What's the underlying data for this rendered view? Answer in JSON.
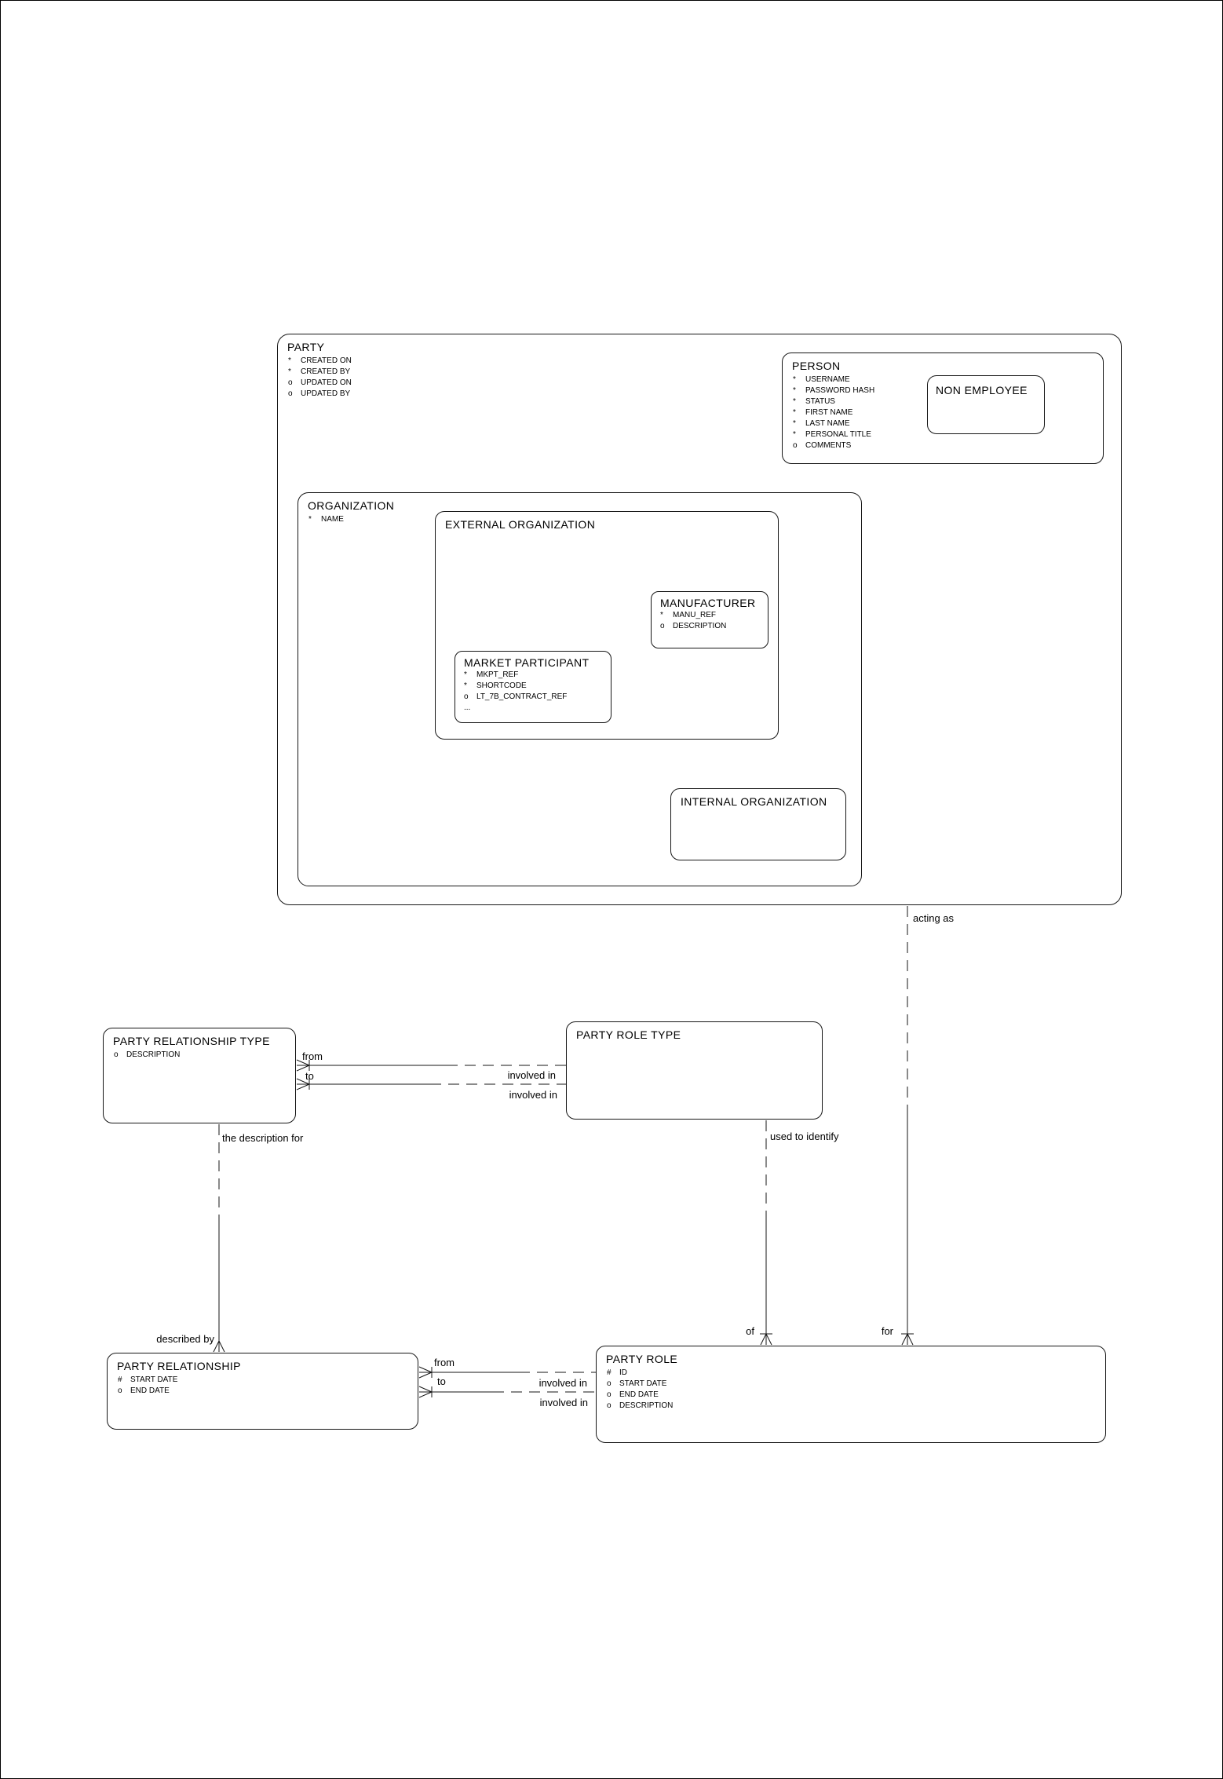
{
  "page": {
    "background": "#ffffff",
    "line_color": "#161616"
  },
  "entities": {
    "party": {
      "title": "PARTY",
      "attributes": [
        {
          "m": "*",
          "n": "CREATED ON"
        },
        {
          "m": "*",
          "n": "CREATED BY"
        },
        {
          "m": "o",
          "n": "UPDATED ON"
        },
        {
          "m": "o",
          "n": "UPDATED BY"
        }
      ]
    },
    "person": {
      "title": "PERSON",
      "attributes": [
        {
          "m": "*",
          "n": "USERNAME"
        },
        {
          "m": "*",
          "n": "PASSWORD HASH"
        },
        {
          "m": "*",
          "n": "STATUS"
        },
        {
          "m": "*",
          "n": "FIRST NAME"
        },
        {
          "m": "*",
          "n": "LAST NAME"
        },
        {
          "m": "*",
          "n": "PERSONAL TITLE"
        },
        {
          "m": "o",
          "n": "COMMENTS"
        }
      ]
    },
    "non_employee": {
      "title": "NON EMPLOYEE",
      "attributes": []
    },
    "organization": {
      "title": "ORGANIZATION",
      "attributes": [
        {
          "m": "*",
          "n": "NAME"
        }
      ]
    },
    "external_organization": {
      "title": "EXTERNAL ORGANIZATION",
      "attributes": []
    },
    "manufacturer": {
      "title": "MANUFACTURER",
      "attributes": [
        {
          "m": "*",
          "n": "MANU_REF"
        },
        {
          "m": "o",
          "n": "DESCRIPTION"
        }
      ]
    },
    "market_participant": {
      "title": "MARKET PARTICIPANT",
      "attributes": [
        {
          "m": "*",
          "n": "MKPT_REF"
        },
        {
          "m": "*",
          "n": "SHORTCODE"
        },
        {
          "m": "o",
          "n": "LT_7B_CONTRACT_REF"
        },
        {
          "m": "...",
          "n": ""
        }
      ]
    },
    "internal_organization": {
      "title": "INTERNAL ORGANIZATION",
      "attributes": []
    },
    "party_relationship_type": {
      "title": "PARTY RELATIONSHIP TYPE",
      "attributes": [
        {
          "m": "o",
          "n": "DESCRIPTION"
        }
      ]
    },
    "party_role_type": {
      "title": "PARTY ROLE TYPE",
      "attributes": []
    },
    "party_relationship": {
      "title": "PARTY RELATIONSHIP",
      "attributes": [
        {
          "m": "#",
          "n": "START DATE"
        },
        {
          "m": "o",
          "n": "END DATE"
        }
      ]
    },
    "party_role": {
      "title": "PARTY ROLE",
      "attributes": [
        {
          "m": "#",
          "n": "ID"
        },
        {
          "m": "o",
          "n": "START DATE"
        },
        {
          "m": "o",
          "n": "END DATE"
        },
        {
          "m": "o",
          "n": "DESCRIPTION"
        }
      ]
    }
  },
  "relationships": {
    "acting_as": "acting as",
    "type_from": "from",
    "type_to": "to",
    "type_involved_in_1": "involved in",
    "type_involved_in_2": "involved in",
    "the_description_for": "the description for",
    "used_to_identify": "used to identify",
    "described_by": "described by",
    "of": "of",
    "for": "for",
    "rel_from": "from",
    "rel_to": "to",
    "rel_involved_in_1": "involved in",
    "rel_involved_in_2": "involved in"
  }
}
